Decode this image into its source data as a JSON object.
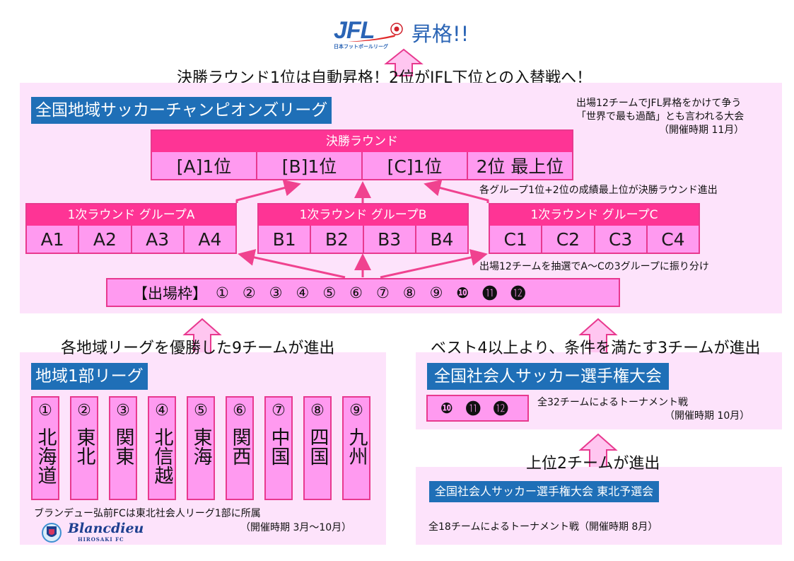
{
  "header": {
    "logo_main": "JFL",
    "logo_sub": "日本フットボールリーグ",
    "promotion_label": "昇格!!",
    "final_caption": "決勝ラウンド1位は自動昇格！2位がJFL下位との入替戦へ！"
  },
  "championship": {
    "title": "全国地域サッカーチャンピオンズリーグ",
    "note_lines": [
      "出場12チームでJFL昇格をかけて争う",
      "「世界で最も過酷」とも言われる大会",
      "（開催時期 11月）"
    ],
    "final_round": {
      "title": "決勝ラウンド",
      "cells": [
        "[A]1位",
        "[B]1位",
        "[C]1位",
        "2位 最上位"
      ]
    },
    "advance_note": "各グループ1位+2位の成績最上位が決勝ラウンド進出",
    "groups": [
      {
        "title": "1次ラウンド グループA",
        "cells": [
          "A1",
          "A2",
          "A3",
          "A4"
        ]
      },
      {
        "title": "1次ラウンド グループB",
        "cells": [
          "B1",
          "B2",
          "B3",
          "B4"
        ]
      },
      {
        "title": "1次ラウンド グループC",
        "cells": [
          "C1",
          "C2",
          "C3",
          "C4"
        ]
      }
    ],
    "draw_note": "出場12チームを抽選でA～Cの3グループに振り分け",
    "slots": {
      "label": "【出場枠】",
      "items": [
        "①",
        "②",
        "③",
        "④",
        "⑤",
        "⑥",
        "⑦",
        "⑧",
        "⑨",
        "❿",
        "⓫",
        "⓬"
      ]
    }
  },
  "regional": {
    "caption": "各地域リーグを優勝した9チームが進出",
    "title": "地域1部リーグ",
    "regions": [
      {
        "num": "①",
        "name": "北海道"
      },
      {
        "num": "②",
        "name": "東北"
      },
      {
        "num": "③",
        "name": "関東"
      },
      {
        "num": "④",
        "name": "北信越"
      },
      {
        "num": "⑤",
        "name": "東海"
      },
      {
        "num": "⑥",
        "name": "関西"
      },
      {
        "num": "⑦",
        "name": "中国"
      },
      {
        "num": "⑧",
        "name": "四国"
      },
      {
        "num": "⑨",
        "name": "九州"
      }
    ],
    "note": "ブランデュー弘前FCは東北社会人リーグ1部に所属",
    "period": "（開催時期 3月～10月）",
    "club_logo": "Blancdieu",
    "club_logo_sub": "HIROSAKI FC"
  },
  "shakaijin": {
    "caption": "ベスト4以上より、条件を満たす3チームが進出",
    "title": "全国社会人サッカー選手権大会",
    "slots": [
      "❿",
      "⓫",
      "⓬"
    ],
    "note": "全32チームによるトーナメント戦",
    "period": "（開催時期 10月）"
  },
  "tohoku_qualifier": {
    "caption": "上位2チームが進出",
    "title": "全国社会人サッカー選手権大会 東北予選会",
    "note": "全18チームによるトーナメント戦（開催時期 8月）"
  },
  "colors": {
    "panel_bg": "#fde3fb",
    "title_blue": "#1f6fb7",
    "header_pink": "#fe3495",
    "cell_pink": "#ff9af0",
    "border_pink": "#e8398f",
    "arrow_pink": "#f0428f"
  }
}
